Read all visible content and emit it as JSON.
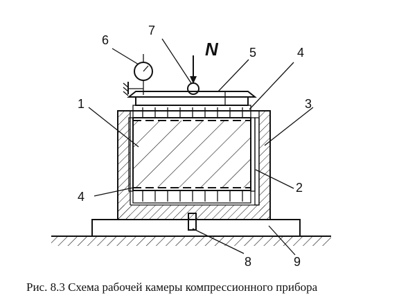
{
  "labels": {
    "n1": "1",
    "n2": "2",
    "n3": "3",
    "n4_top": "4",
    "n4_bottom": "4",
    "n5": "5",
    "n6": "6",
    "n7": "7",
    "n8": "8",
    "n9": "9",
    "load": "N"
  },
  "caption": "Рис. 8.3  Схема рабочей камеры компрессионного прибора"
}
